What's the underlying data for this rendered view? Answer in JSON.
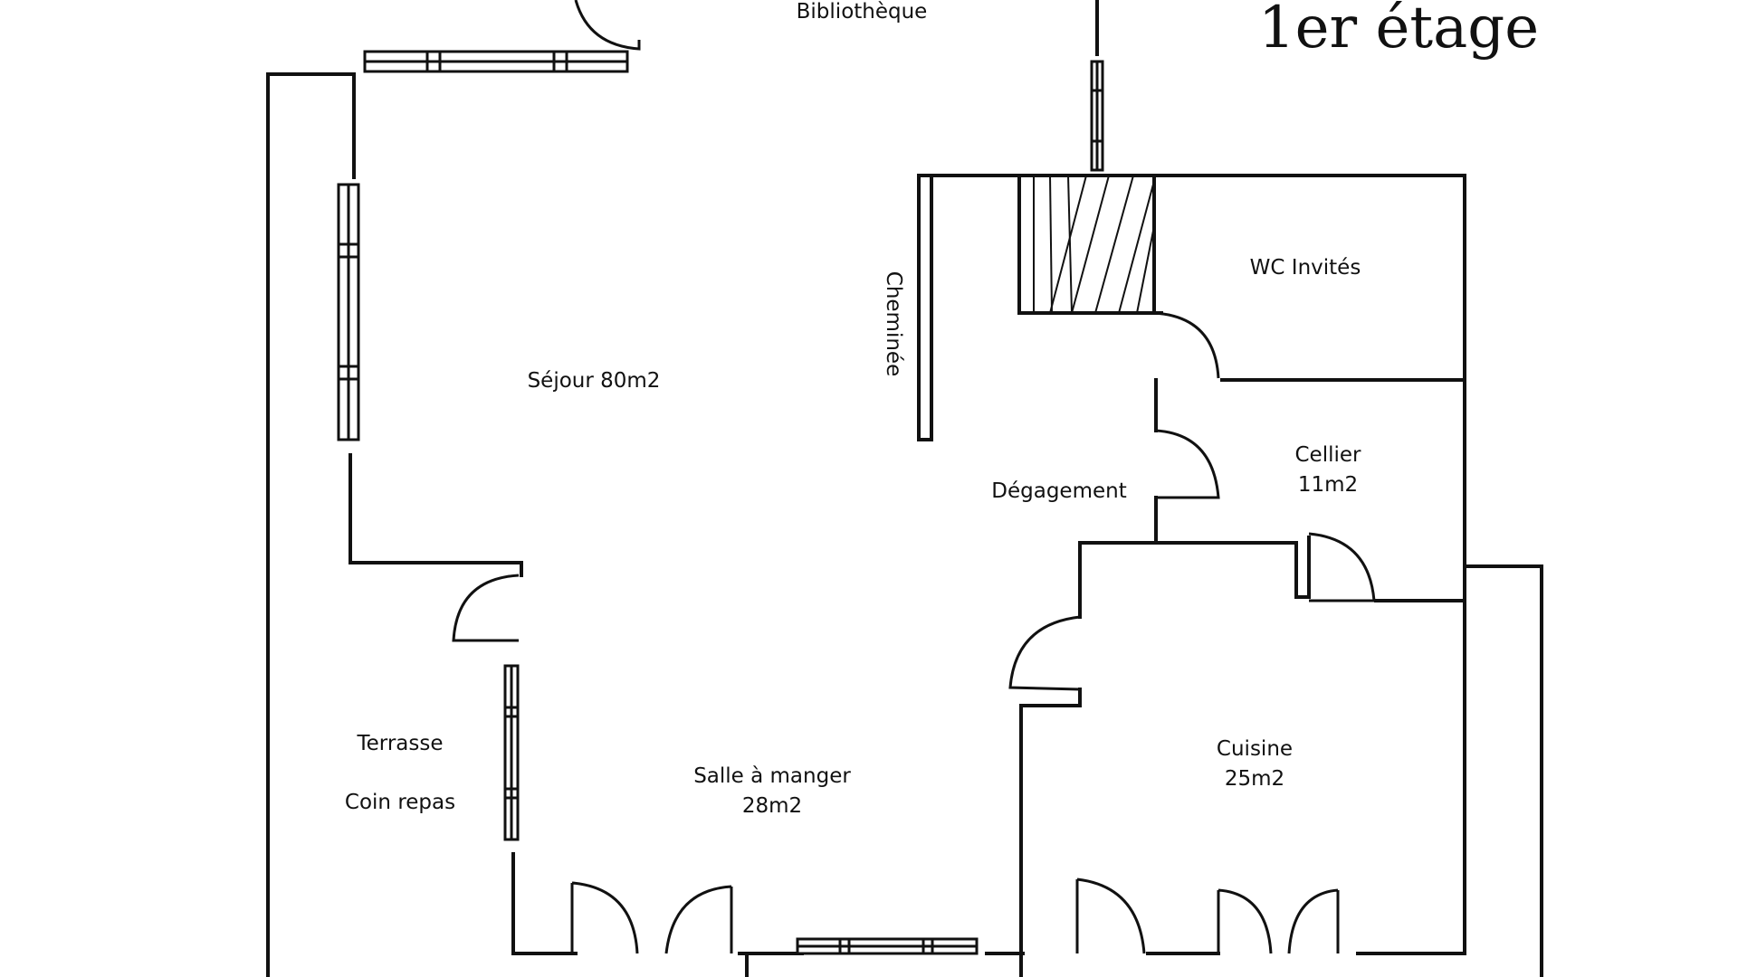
{
  "title": "1er étage",
  "rooms": {
    "bibliotheque": "Bibliothèque",
    "sejour": "Séjour 80m2",
    "cheminee": "Cheminée",
    "wc": "WC Invités",
    "cellier_name": "Cellier",
    "cellier_area": "11m2",
    "degagement": "Dégagement",
    "terrasse": "Terrasse",
    "coin_repas": "Coin repas",
    "salle_name": "Salle à manger",
    "salle_area": "28m2",
    "cuisine_name": "Cuisine",
    "cuisine_area": "25m2"
  },
  "colors": {
    "line": "#111111",
    "background": "#ffffff"
  }
}
